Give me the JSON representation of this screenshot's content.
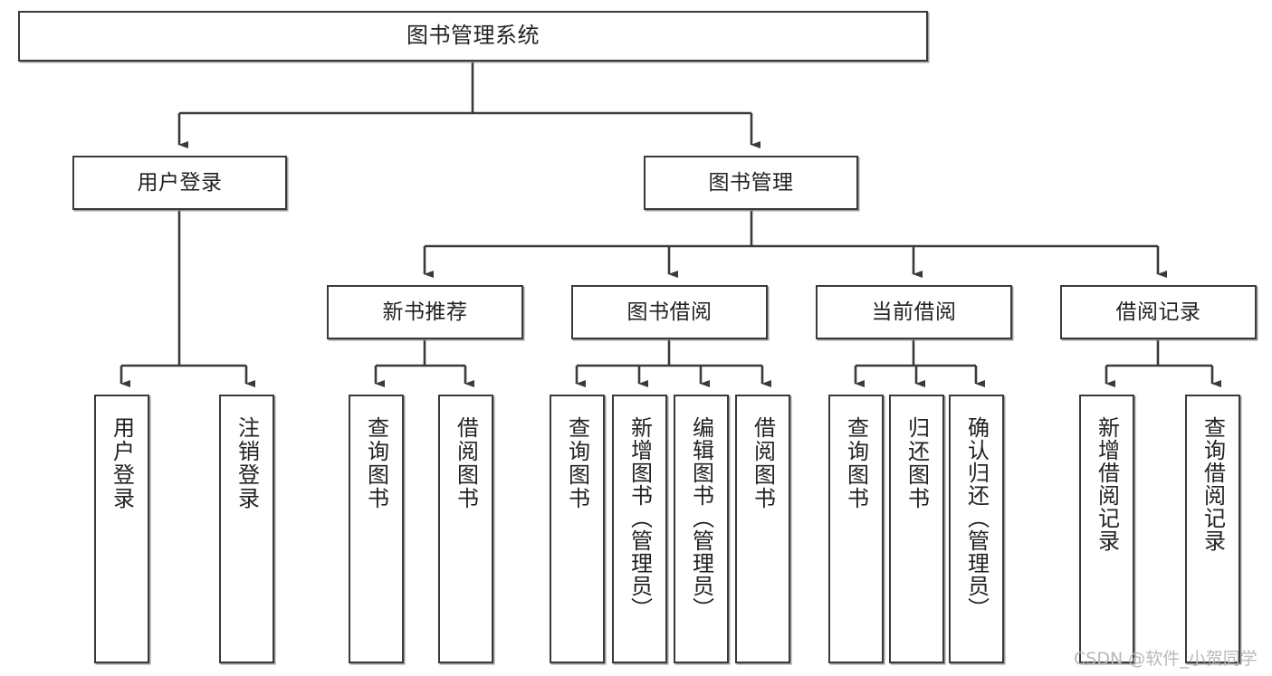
{
  "diagram": {
    "type": "tree-hierarchy-diagram",
    "title": "图书管理系统",
    "watermark": "CSDN @软件_小贺同学",
    "colors": {
      "background": "#ffffff",
      "box_border": "#3a3a3a",
      "box_fill": "#ffffff",
      "edge": "#3a3a3a",
      "text": "#222222",
      "watermark": "#b9b9b9"
    },
    "levels": [
      {
        "level": 1,
        "nodes": [
          {
            "id": "root",
            "label": "图书管理系统",
            "orientation": "horizontal"
          }
        ]
      },
      {
        "level": 2,
        "nodes": [
          {
            "id": "user-login",
            "label": "用户登录",
            "orientation": "horizontal",
            "parent": "root"
          },
          {
            "id": "book-manage",
            "label": "图书管理",
            "orientation": "horizontal",
            "parent": "root"
          }
        ]
      },
      {
        "level": 3,
        "nodes": [
          {
            "id": "new-book-rec",
            "label": "新书推荐",
            "orientation": "horizontal",
            "parent": "book-manage"
          },
          {
            "id": "book-borrow",
            "label": "图书借阅",
            "orientation": "horizontal",
            "parent": "book-manage"
          },
          {
            "id": "current-borrow",
            "label": "当前借阅",
            "orientation": "horizontal",
            "parent": "book-manage"
          },
          {
            "id": "borrow-record",
            "label": "借阅记录",
            "orientation": "horizontal",
            "parent": "book-manage"
          }
        ]
      },
      {
        "level": 4,
        "nodes": [
          {
            "id": "leaf-user-login",
            "label": "用户登录",
            "orientation": "vertical",
            "parent": "user-login"
          },
          {
            "id": "leaf-user-logout",
            "label": "注销登录",
            "orientation": "vertical",
            "parent": "user-login"
          },
          {
            "id": "leaf-rec-query",
            "label": "查询图书",
            "orientation": "vertical",
            "parent": "new-book-rec"
          },
          {
            "id": "leaf-rec-borrow",
            "label": "借阅图书",
            "orientation": "vertical",
            "parent": "new-book-rec"
          },
          {
            "id": "leaf-borrow-query",
            "label": "查询图书",
            "orientation": "vertical",
            "parent": "book-borrow"
          },
          {
            "id": "leaf-borrow-add",
            "label": "新增图书（管理员）",
            "orientation": "vertical",
            "parent": "book-borrow"
          },
          {
            "id": "leaf-borrow-edit",
            "label": "编辑图书（管理员）",
            "orientation": "vertical",
            "parent": "book-borrow"
          },
          {
            "id": "leaf-borrow-lend",
            "label": "借阅图书",
            "orientation": "vertical",
            "parent": "book-borrow"
          },
          {
            "id": "leaf-current-query",
            "label": "查询图书",
            "orientation": "vertical",
            "parent": "current-borrow"
          },
          {
            "id": "leaf-current-return",
            "label": "归还图书",
            "orientation": "vertical",
            "parent": "current-borrow"
          },
          {
            "id": "leaf-current-confirm",
            "label": "确认归还（管理员）",
            "orientation": "vertical",
            "parent": "current-borrow"
          },
          {
            "id": "leaf-record-add",
            "label": "新增借阅记录",
            "orientation": "vertical",
            "parent": "borrow-record"
          },
          {
            "id": "leaf-record-query",
            "label": "查询借阅记录",
            "orientation": "vertical",
            "parent": "borrow-record"
          }
        ]
      }
    ]
  }
}
